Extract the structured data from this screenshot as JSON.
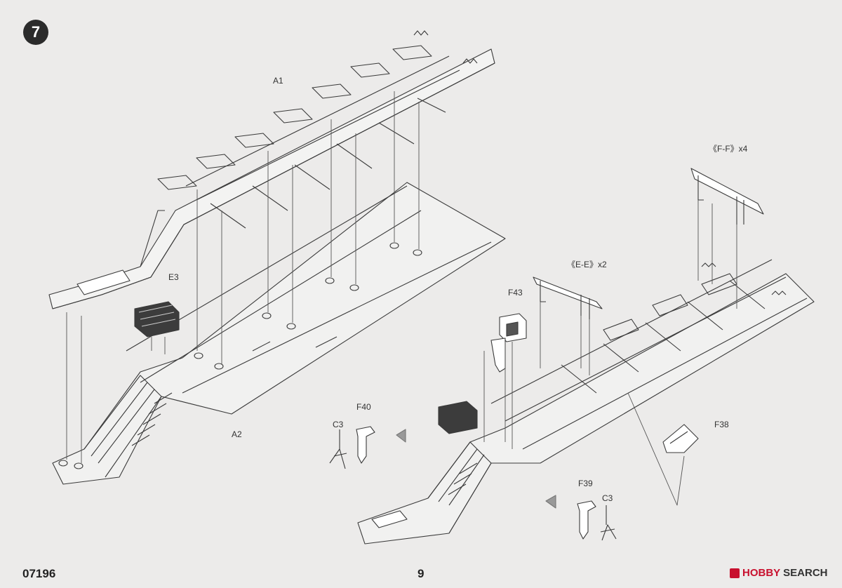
{
  "step": "7",
  "labels": {
    "a1": "A1",
    "a2": "A2",
    "e3": "E3",
    "f40": "F40",
    "c3_left": "C3",
    "f43": "F43",
    "ee": "《E-E》x2",
    "ff": "《F-F》x4",
    "f38": "F38",
    "f39": "F39",
    "c3_right": "C3"
  },
  "footer": {
    "code": "07196",
    "page": "9",
    "brand_a": "HOBBY",
    "brand_b": "SEARCH"
  }
}
